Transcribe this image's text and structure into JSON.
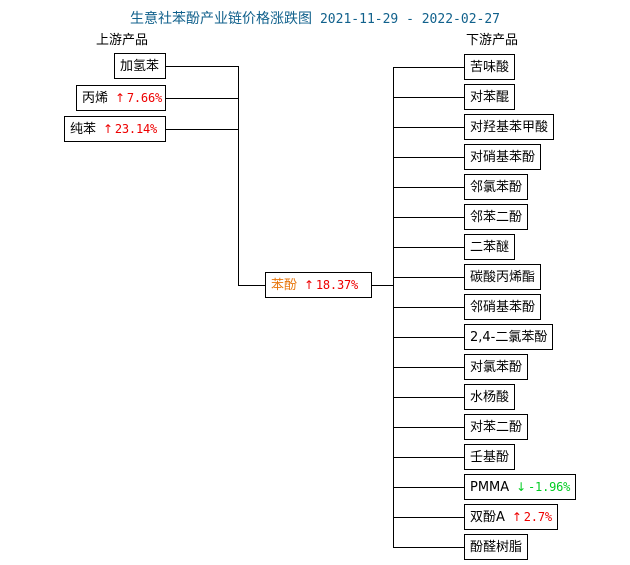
{
  "header": {
    "title_main": "生意社苯酚产业链价格涨跌图",
    "date_range": "2021-11-29 - 2022-02-27",
    "title_color": "#11618c"
  },
  "columns": {
    "upstream_label": "上游产品",
    "downstream_label": "下游产品"
  },
  "colors": {
    "up": "#ee0000",
    "down": "#00cc22",
    "center_name": "#e8760c",
    "line": "#000000",
    "text": "#000000"
  },
  "icons": {
    "up_arrow": "↑",
    "down_arrow": "↓"
  },
  "center": {
    "name": "苯酚",
    "arrow": "↑",
    "change": "18.37%",
    "direction": "up"
  },
  "upstream": [
    {
      "name": "加氢苯",
      "arrow": "",
      "change": "",
      "direction": "none"
    },
    {
      "name": "丙烯",
      "arrow": "↑",
      "change": "7.66%",
      "direction": "up"
    },
    {
      "name": "纯苯",
      "arrow": "↑",
      "change": "23.14%",
      "direction": "up"
    }
  ],
  "downstream": [
    {
      "name": "苦味酸",
      "arrow": "",
      "change": "",
      "direction": "none"
    },
    {
      "name": "对苯醌",
      "arrow": "",
      "change": "",
      "direction": "none"
    },
    {
      "name": "对羟基苯甲酸",
      "arrow": "",
      "change": "",
      "direction": "none"
    },
    {
      "name": "对硝基苯酚",
      "arrow": "",
      "change": "",
      "direction": "none"
    },
    {
      "name": "邻氯苯酚",
      "arrow": "",
      "change": "",
      "direction": "none"
    },
    {
      "name": "邻苯二酚",
      "arrow": "",
      "change": "",
      "direction": "none"
    },
    {
      "name": "二苯醚",
      "arrow": "",
      "change": "",
      "direction": "none"
    },
    {
      "name": "碳酸丙烯酯",
      "arrow": "",
      "change": "",
      "direction": "none"
    },
    {
      "name": "邻硝基苯酚",
      "arrow": "",
      "change": "",
      "direction": "none"
    },
    {
      "name": "2,4-二氯苯酚",
      "arrow": "",
      "change": "",
      "direction": "none"
    },
    {
      "name": "对氯苯酚",
      "arrow": "",
      "change": "",
      "direction": "none"
    },
    {
      "name": "水杨酸",
      "arrow": "",
      "change": "",
      "direction": "none"
    },
    {
      "name": "对苯二酚",
      "arrow": "",
      "change": "",
      "direction": "none"
    },
    {
      "name": "壬基酚",
      "arrow": "",
      "change": "",
      "direction": "none"
    },
    {
      "name": "PMMA",
      "arrow": "↓",
      "change": "-1.96%",
      "direction": "down"
    },
    {
      "name": "双酚A",
      "arrow": "↑",
      "change": "2.7%",
      "direction": "up"
    },
    {
      "name": "酚醛树脂",
      "arrow": "",
      "change": "",
      "direction": "none"
    }
  ]
}
